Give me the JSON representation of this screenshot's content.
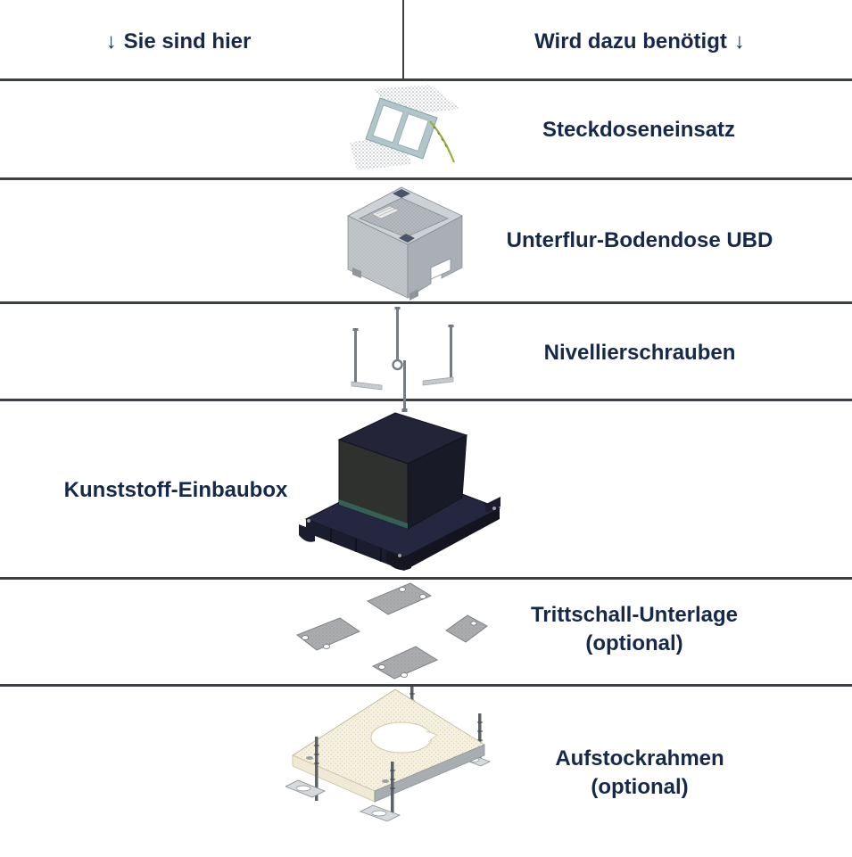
{
  "colors": {
    "text_navy": "#16294a",
    "divider_line": "#3c4044",
    "insert_frame_teal": "#b0c6c9",
    "cable_green": "#96b23c",
    "metal_gray": "#b6bcc1",
    "plastic_box_dark": "#1d1e30",
    "frame_cream": "#f5f0df"
  },
  "header": {
    "left": {
      "arrow": "↓",
      "text": "Sie sind hier"
    },
    "right": {
      "text": "Wird dazu benötigt",
      "arrow": "↓"
    }
  },
  "rows": [
    {
      "id": "steckdoseneinsatz",
      "label": "Steckdoseneinsatz"
    },
    {
      "id": "unterflur-bodendose-ubd",
      "label": "Unterflur-Bodendose UBD"
    },
    {
      "id": "nivellierschrauben",
      "label": "Nivellierschrauben"
    },
    {
      "id": "kunststoff-einbaubox",
      "label": "Kunststoff-Einbaubox",
      "current": true
    },
    {
      "id": "trittschall-unterlage",
      "label": "Trittschall-Unterlage",
      "sublabel": "(optional)"
    },
    {
      "id": "aufstockrahmen",
      "label": "Aufstockrahmen",
      "sublabel": "(optional)"
    }
  ]
}
